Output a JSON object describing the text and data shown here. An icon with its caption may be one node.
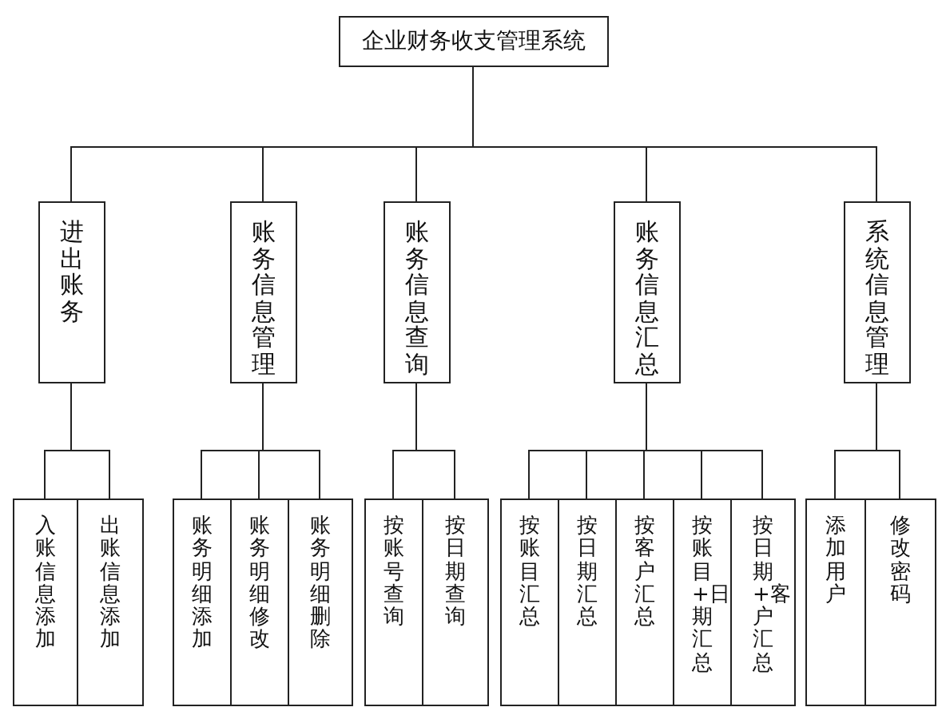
{
  "diagram": {
    "nodes": [
      {
        "text": [
          "企业财务收支管理系统"
        ]
      },
      {
        "text": [
          "进出账务"
        ]
      },
      {
        "text": [
          "账务信息管理"
        ]
      },
      {
        "text": [
          "账务信息查询"
        ]
      },
      {
        "text": [
          "账务信息汇总"
        ]
      },
      {
        "text": [
          "系统信息管理"
        ]
      },
      {
        "text": [
          "入账信息添加"
        ]
      },
      {
        "text": [
          "出账信息添加"
        ]
      },
      {
        "text": [
          "账务明细添加"
        ]
      },
      {
        "text": [
          "账务明细修改"
        ]
      },
      {
        "text": [
          "账务明细删除"
        ]
      },
      {
        "text": [
          "按账号查询"
        ]
      },
      {
        "text": [
          "按日期查询"
        ]
      },
      {
        "text": [
          "按账目汇总"
        ]
      },
      {
        "text": [
          "按日期汇总"
        ]
      },
      {
        "text": [
          "按客户汇总"
        ]
      },
      {
        "text": [
          "按账目+日期汇总"
        ]
      },
      {
        "text": [
          "按日期+客户汇总"
        ]
      },
      {
        "text": [
          "添加用户"
        ]
      },
      {
        "text": [
          "修改密码"
        ]
      }
    ],
    "edges": [
      {
        "from": 0,
        "to": 1,
        "arrow": "none"
      },
      {
        "from": 0,
        "to": 2,
        "arrow": "none"
      },
      {
        "from": 0,
        "to": 3,
        "arrow": "none"
      },
      {
        "from": 0,
        "to": 4,
        "arrow": "none"
      },
      {
        "from": 0,
        "to": 5,
        "arrow": "none"
      },
      {
        "from": 1,
        "to": 6,
        "arrow": "none"
      },
      {
        "from": 1,
        "to": 7,
        "arrow": "none"
      },
      {
        "from": 2,
        "to": 8,
        "arrow": "none"
      },
      {
        "from": 2,
        "to": 9,
        "arrow": "none"
      },
      {
        "from": 2,
        "to": 10,
        "arrow": "none"
      },
      {
        "from": 3,
        "to": 11,
        "arrow": "none"
      },
      {
        "from": 3,
        "to": 12,
        "arrow": "none"
      },
      {
        "from": 4,
        "to": 13,
        "arrow": "none"
      },
      {
        "from": 4,
        "to": 14,
        "arrow": "none"
      },
      {
        "from": 4,
        "to": 15,
        "arrow": "none"
      },
      {
        "from": 4,
        "to": 16,
        "arrow": "none"
      },
      {
        "from": 4,
        "to": 17,
        "arrow": "none"
      },
      {
        "from": 5,
        "to": 18,
        "arrow": "none"
      },
      {
        "from": 5,
        "to": 19,
        "arrow": "none"
      }
    ]
  }
}
